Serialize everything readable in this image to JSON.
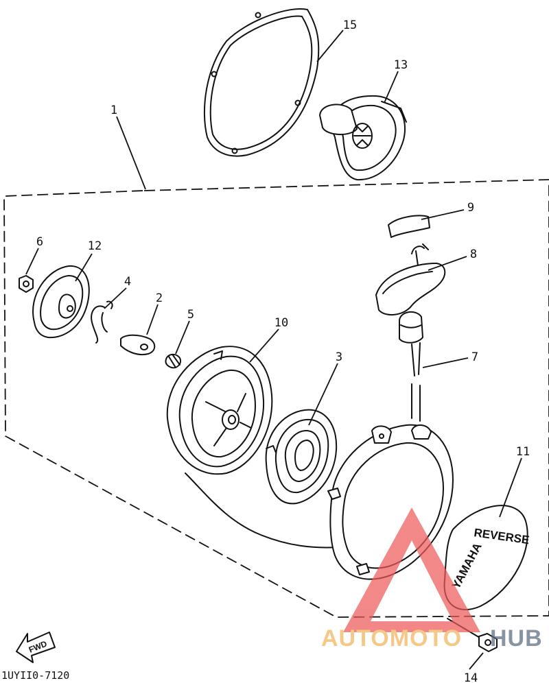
{
  "diagram_code": "1UYII0-7120",
  "fwd_label": "FWD",
  "cover_text": {
    "reverse": "REVERSE",
    "brand": "YAMAHA"
  },
  "watermark": {
    "part1": "AUTOMOTO",
    "part2": "HUB",
    "color1": "#f2b45a",
    "color2": "#5b6b82",
    "triangle_color": "#ee5a5a"
  },
  "callouts": {
    "c1": "1",
    "c2": "2",
    "c3": "3",
    "c4": "4",
    "c5": "5",
    "c6": "6",
    "c7": "7",
    "c8": "8",
    "c9": "9",
    "c10": "10",
    "c11": "11",
    "c12": "12",
    "c13": "13",
    "c14": "14",
    "c15": "15"
  }
}
